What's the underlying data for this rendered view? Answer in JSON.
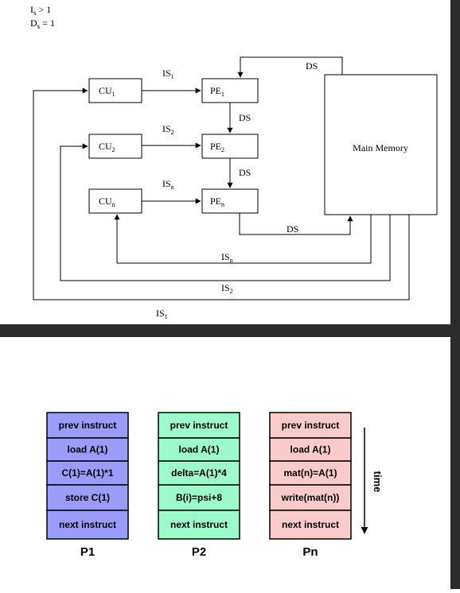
{
  "conditions": {
    "is": {
      "base": "I",
      "sub": "s",
      "rest": " > 1"
    },
    "ds": {
      "base": "D",
      "sub": "s",
      "rest": " = 1"
    }
  },
  "units": {
    "cu1": {
      "base": "CU",
      "sub": "1"
    },
    "cu2": {
      "base": "CU",
      "sub": "2"
    },
    "cun": {
      "base": "CU",
      "sub": "n"
    },
    "pe1": {
      "base": "PE",
      "sub": "1"
    },
    "pe2": {
      "base": "PE",
      "sub": "2"
    },
    "pen": {
      "base": "PE",
      "sub": "n"
    },
    "memory": "Main Memory"
  },
  "streams": {
    "is1": {
      "base": "IS",
      "sub": "1"
    },
    "is2": {
      "base": "IS",
      "sub": "2"
    },
    "isn": {
      "base": "IS",
      "sub": "n"
    },
    "ds": "DS"
  },
  "processors": [
    {
      "name": "P1",
      "color": "#9b9bfb",
      "rows": [
        "prev instruct",
        "load A(1)",
        "C(1)=A(1)*1",
        "store C(1)",
        "next instruct"
      ]
    },
    {
      "name": "P2",
      "color": "#9cfbcb",
      "rows": [
        "prev instruct",
        "load A(1)",
        "delta=A(1)*4",
        "B(i)=psi+8",
        "next instruct"
      ]
    },
    {
      "name": "Pn",
      "color": "#fbcbcb",
      "rows": [
        "prev instruct",
        "load A(1)",
        "mat(n)=A(1)",
        "write(mat(n))",
        "next instruct"
      ]
    }
  ],
  "time_label": "time"
}
